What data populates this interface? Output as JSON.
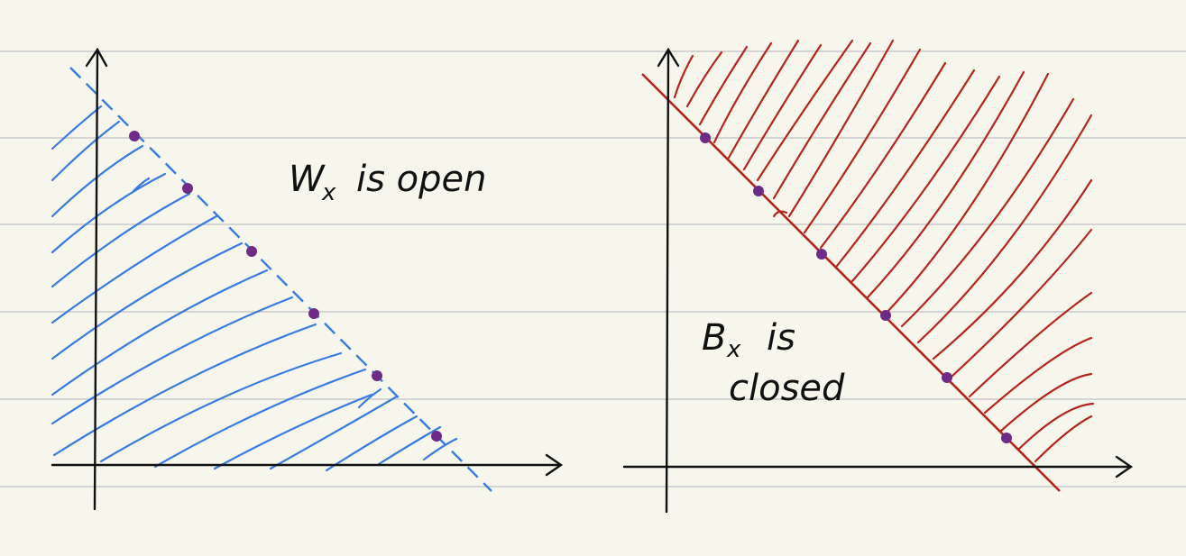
{
  "colors": {
    "paper": "#f7f6ec",
    "ruled_lines": "#d4d4d4",
    "axes": "#111111",
    "open_region": "#3a7be0",
    "closed_region": "#b3261e",
    "points": "#6d2b86"
  },
  "left_panel": {
    "label_main": "W",
    "label_sub": "x",
    "label_rest": "is open",
    "boundary_style": "dashed"
  },
  "right_panel": {
    "label_main": "B",
    "label_sub": "x",
    "label_rest": "is",
    "label_line2": "closed",
    "boundary_style": "solid"
  }
}
